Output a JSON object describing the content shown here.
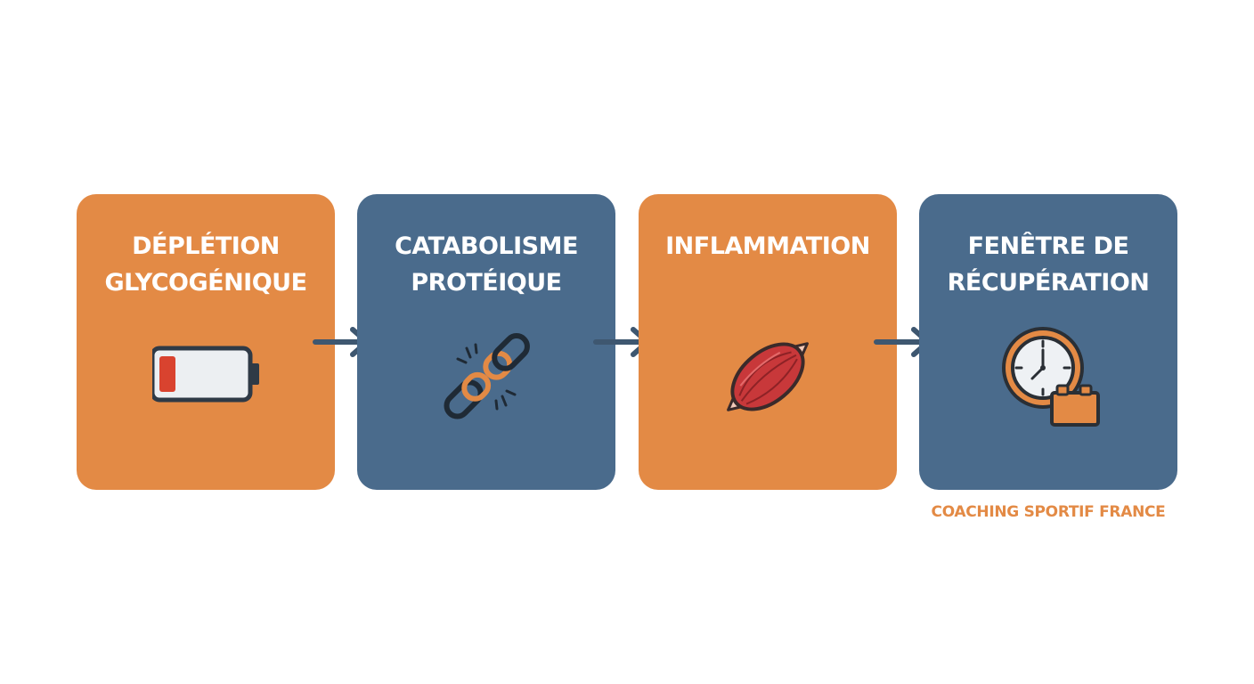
{
  "steps": [
    {
      "title": "DÉPLÉTION\nGLYCOGÉNIQUE",
      "icon": "low-battery-icon",
      "color": "#e38a45"
    },
    {
      "title": "CATABOLISME\nPROTÉIQUE",
      "icon": "broken-chain-icon",
      "color": "#4a6b8c"
    },
    {
      "title": "INFLAMMATION",
      "icon": "muscle-icon",
      "color": "#e38a45"
    },
    {
      "title": "FENÊTRE DE\nRÉCUPÉRATION",
      "icon": "clock-icon",
      "color": "#4a6b8c"
    }
  ],
  "brand": "COACHING SPORTIF FRANCE",
  "colors": {
    "orange": "#e38a45",
    "blue": "#4a6b8c",
    "arrow": "#3e5770"
  }
}
